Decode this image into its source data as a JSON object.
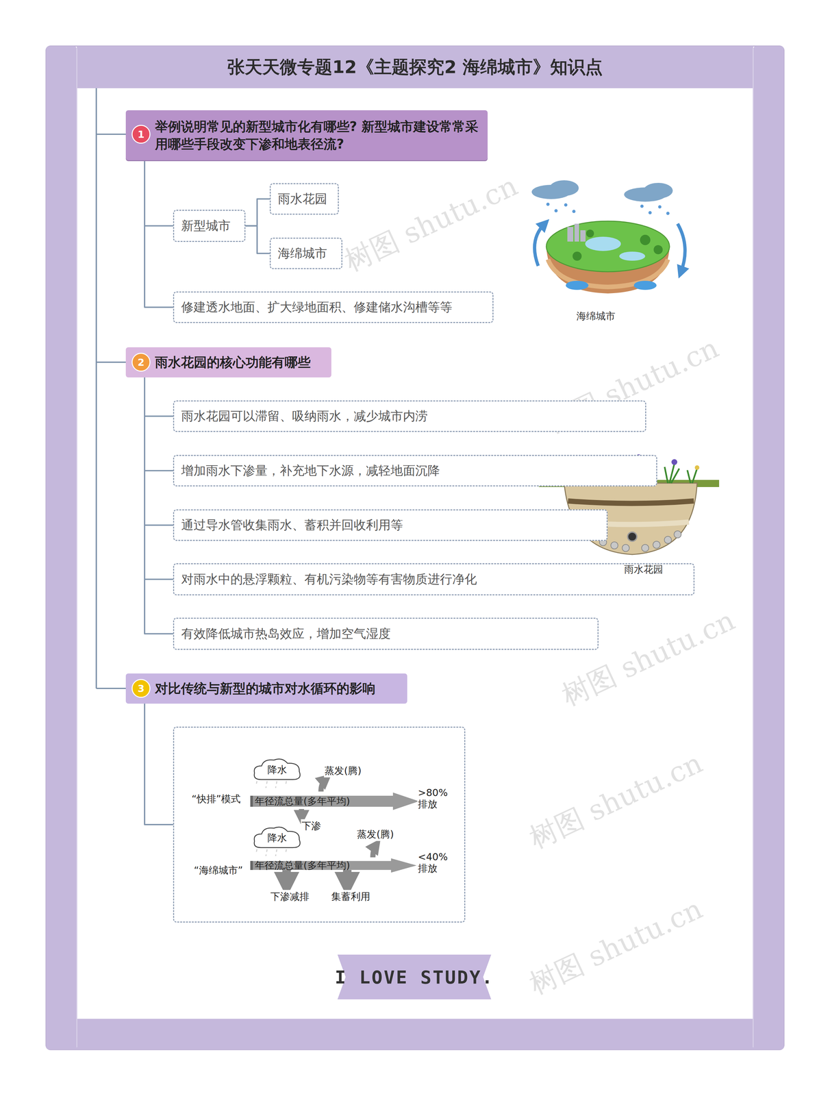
{
  "diagram": {
    "title": "张天天微专题12《主题探究2 海绵城市》知识点",
    "nodes": [
      {
        "text": [
          "举例说明常见的新型城市化有哪些? 新型城市建设常常采用哪些手段改变下渗和地表径流?"
        ]
      },
      {
        "text": [
          "新型城市"
        ]
      },
      {
        "text": [
          "雨水花园"
        ]
      },
      {
        "text": [
          "海绵城市"
        ]
      },
      {
        "text": [
          "修建透水地面、扩大绿地面积、修建储水沟槽等等"
        ]
      },
      {
        "text": [
          "雨水花园的核心功能有哪些"
        ]
      },
      {
        "text": [
          "雨水花园可以滞留、吸纳雨水，减少城市内涝"
        ]
      },
      {
        "text": [
          "增加雨水下渗量，补充地下水源，减轻地面沉降"
        ]
      },
      {
        "text": [
          "通过导水管收集雨水、蓄积并回收利用等"
        ]
      },
      {
        "text": [
          "对雨水中的悬浮颗粒、有机污染物等有害物质进行净化"
        ]
      },
      {
        "text": [
          "有效降低城市热岛效应，增加空气湿度"
        ]
      },
      {
        "text": [
          "对比传统与新型的城市对水循环的影响"
        ]
      },
      {
        "text": [
          "“快排”模式",
          "“海绵城市”"
        ]
      },
      {
        "text": [
          "降水"
        ],
        "in": 12
      },
      {
        "text": [
          "降水"
        ],
        "in": 12
      },
      {
        "text": [
          "年径流总量(多年平均)"
        ],
        "in": 12
      },
      {
        "text": [
          "年径流总量(多年平均)"
        ],
        "in": 12
      },
      {
        "text": [
          "I LOVE STUDY."
        ]
      }
    ],
    "edges": [
      {
        "from": 0,
        "to": 1,
        "arrow": "none"
      },
      {
        "from": 1,
        "to": 2,
        "arrow": "none"
      },
      {
        "from": 1,
        "to": 3,
        "arrow": "none"
      },
      {
        "from": 0,
        "to": 4,
        "arrow": "none"
      },
      {
        "from": 5,
        "to": 6,
        "arrow": "none"
      },
      {
        "from": 5,
        "to": 7,
        "arrow": "none"
      },
      {
        "from": 5,
        "to": 8,
        "arrow": "none"
      },
      {
        "from": 5,
        "to": 9,
        "arrow": "none"
      },
      {
        "from": 5,
        "to": 10,
        "arrow": "none"
      },
      {
        "from": 11,
        "to": 12,
        "arrow": "none"
      }
    ],
    "labels": [
      "1",
      "2",
      "3",
      "树图 shutu.cn",
      "树图 shutu.cn",
      "树图 shutu.cn",
      "树图 shutu.cn",
      "树图 shutu.cn",
      "海绵城市",
      "雨水花园",
      "蒸发(腾)",
      "下渗",
      ">80% 排放",
      "蒸发(腾)",
      "下渗减排",
      "集蓄利用",
      "<40% 排放"
    ]
  }
}
